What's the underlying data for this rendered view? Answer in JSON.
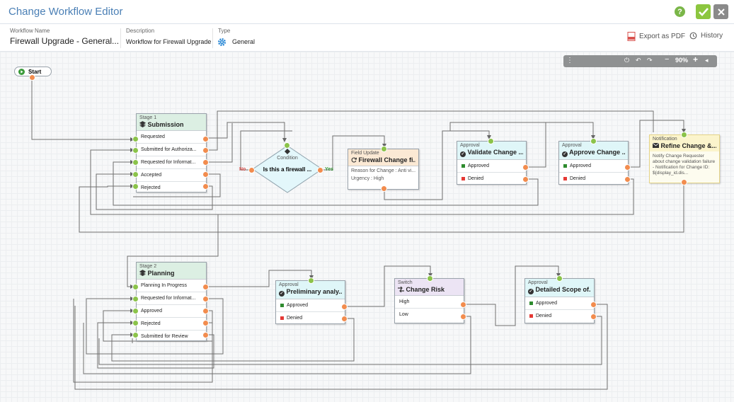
{
  "header": {
    "title": "Change Workflow Editor",
    "help_icon": "question-circle-icon",
    "ok_icon": "checkmark-icon",
    "close_icon": "close-icon"
  },
  "meta": {
    "name_label": "Workflow Name",
    "name_value": "Firewall Upgrade - General...",
    "desc_label": "Description",
    "desc_value": "Workflow for Firewall Upgrade",
    "type_label": "Type",
    "type_value": "General",
    "export_label": "Export as PDF",
    "history_label": "History"
  },
  "zoom": {
    "level": "90%"
  },
  "start": {
    "label": "Start"
  },
  "stage1": {
    "kind": "Stage 1",
    "name": "Submission",
    "rows": [
      "Requested",
      "Submitted for Authoriza...",
      "Requested for Informat...",
      "Accepted",
      "Rejected"
    ]
  },
  "stage2": {
    "kind": "Stage 2",
    "name": "Planning",
    "rows": [
      "Planning In Progress",
      "Requested for Informat...",
      "Approved",
      "Rejected",
      "Submitted for Review"
    ]
  },
  "condition": {
    "kind": "Condition",
    "name": "Is this a firewall ...",
    "no": "No",
    "yes": "Yes"
  },
  "field_update": {
    "kind": "Field Update",
    "name": "Firewall Change fi...",
    "line1": "Reason for Change : Anti vi...",
    "line2": "Urgency : High"
  },
  "approval1": {
    "kind": "Approval",
    "name": "Validate Change ...",
    "approved": "Approved",
    "denied": "Denied"
  },
  "approval2": {
    "kind": "Approval",
    "name": "Approve Change ...",
    "approved": "Approved",
    "denied": "Denied"
  },
  "notification": {
    "kind": "Notification",
    "name": "Refine Change &...",
    "body": "Notify Change Requester about change validation failure - Notification for Change ID: ${display_id.dis..."
  },
  "approval3": {
    "kind": "Approval",
    "name": "Preliminary analy...",
    "approved": "Approved",
    "denied": "Denied"
  },
  "switch": {
    "kind": "Switch",
    "name": "Change Risk",
    "high": "High",
    "low": "Low"
  },
  "approval4": {
    "kind": "Approval",
    "name": "Detailed Scope of...",
    "approved": "Approved",
    "denied": "Denied"
  },
  "colors": {
    "approved": "#2e8b2e",
    "denied": "#e53935",
    "accent": "#4a7fb5"
  }
}
